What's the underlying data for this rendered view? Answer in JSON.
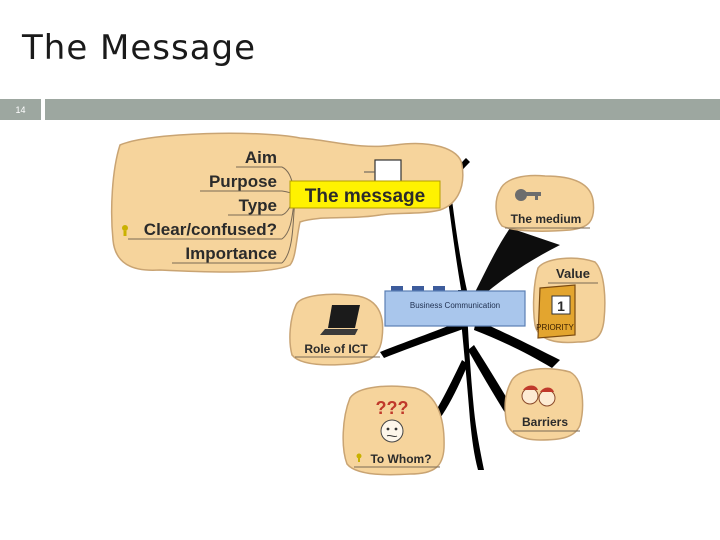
{
  "slide": {
    "title": "The Message",
    "number": "14"
  },
  "mindmap": {
    "center": "Business Communication",
    "message_branch": {
      "title": "The message",
      "items": [
        "Aim",
        "Purpose",
        "Type",
        "Clear/confused?",
        "Importance"
      ]
    },
    "branches": {
      "medium": "The medium",
      "value": "Value",
      "priority_text": "PRIORITY",
      "priority_digit": "1",
      "role_ict": "Role of ICT",
      "barriers": "Barriers",
      "to_whom": "To Whom?",
      "question_marks": "???"
    },
    "colors": {
      "bubble_fill": "#f6d49c",
      "bubble_stroke": "#c9a473",
      "highlight": "#fff200",
      "center_fill": "#a9c6ec",
      "trunk": "#000000",
      "lightbulb": "#c9b100"
    }
  }
}
